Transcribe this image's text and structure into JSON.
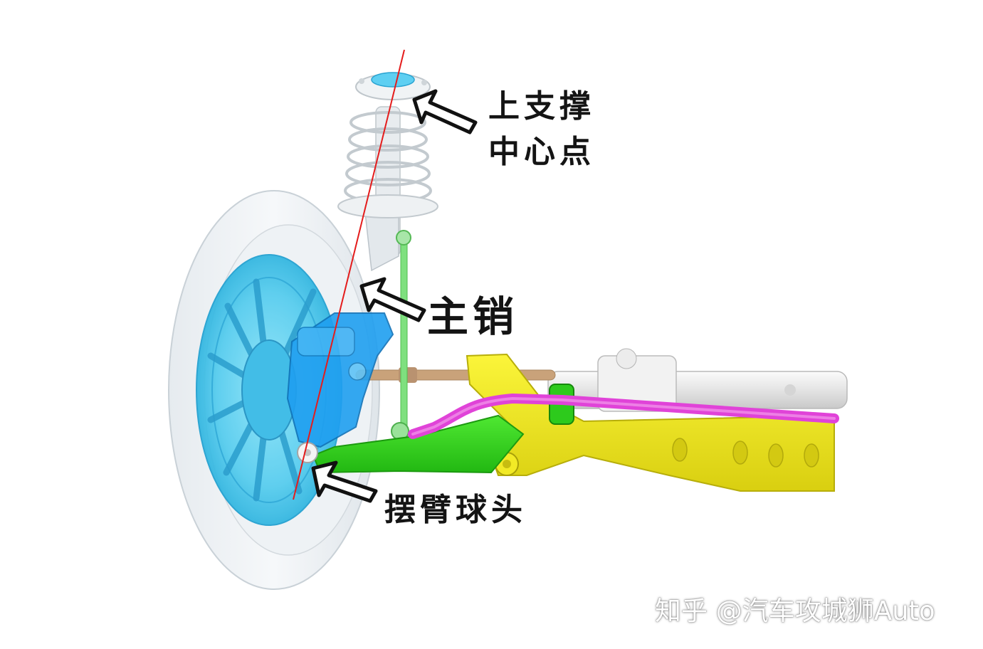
{
  "labels": {
    "strut_mount_line1": "上支撑",
    "strut_mount_line2": "中心点",
    "kingpin": "主销",
    "ball_joint": "摆臂球头"
  },
  "watermark": "知乎 @汽车攻城狮Auto",
  "colors": {
    "subframe": "#f5ee1e",
    "control_arm": "#34d91a",
    "stabilizer_bar": "#e03ad8",
    "knuckle": "#1d9ff0",
    "wheel_rim": "#5ad2f0",
    "kingpin_axis": "#e41c1c",
    "tie_rod": "#c8a070",
    "stabilizer_link": "#78e07a",
    "arrow": "#111111"
  },
  "icons": {
    "arrows": [
      "arrow-to-strut-mount-icon",
      "arrow-to-kingpin-icon",
      "arrow-to-ball-joint-icon"
    ]
  }
}
